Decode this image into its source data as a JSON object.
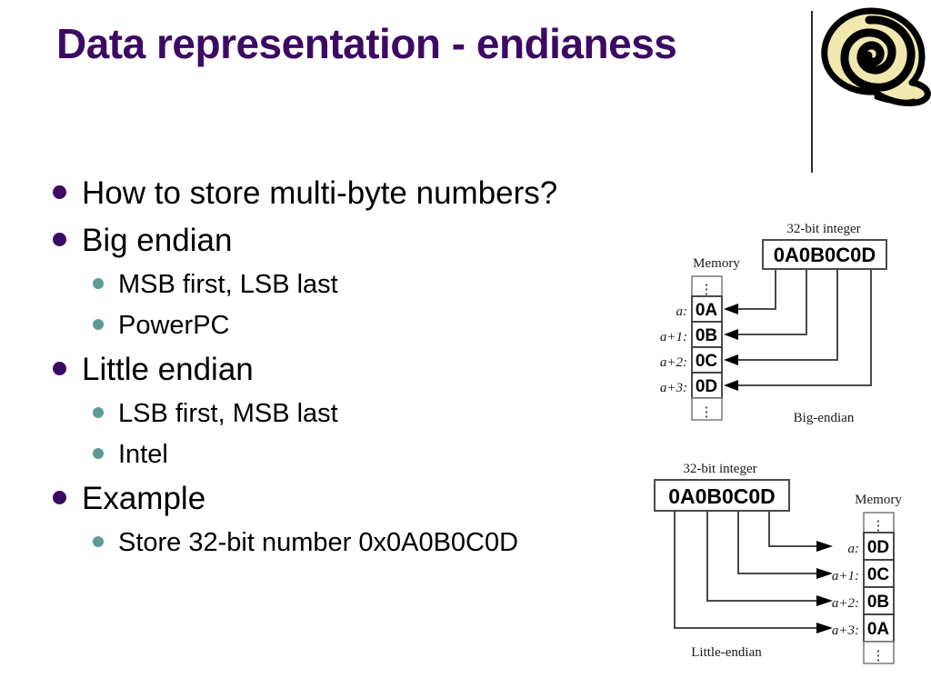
{
  "slide": {
    "title": "Data representation - endianess",
    "title_color": "#3d0a63",
    "background_color": "#ffffff",
    "logo_icon": "spiral-shell-icon",
    "logo_colors": {
      "fill": "#efe9b0",
      "outline": "#000000"
    }
  },
  "bullet_colors": {
    "level1": "#3d0a63",
    "level2": "#5f9a94",
    "text": "#000000"
  },
  "bullets": [
    {
      "level": 1,
      "text": "How to store multi-byte numbers?"
    },
    {
      "level": 1,
      "text": "Big endian"
    },
    {
      "level": 2,
      "text": "MSB first, LSB last"
    },
    {
      "level": 2,
      "text": "PowerPC"
    },
    {
      "level": 1,
      "text": "Little endian"
    },
    {
      "level": 2,
      "text": "LSB first, MSB last"
    },
    {
      "level": 2,
      "text": "Intel"
    },
    {
      "level": 1,
      "text": "Example"
    },
    {
      "level": 2,
      "text": "Store 32-bit number 0x0A0B0C0D"
    }
  ],
  "diagrams": {
    "big_endian": {
      "caption": "Big-endian",
      "integer_label": "32-bit integer",
      "integer_value": "0A0B0C0D",
      "memory_label": "Memory",
      "ellipsis": "⋮",
      "cells": [
        {
          "address": "a:",
          "value": "0A"
        },
        {
          "address": "a+1:",
          "value": "0B"
        },
        {
          "address": "a+2:",
          "value": "0C"
        },
        {
          "address": "a+3:",
          "value": "0D"
        }
      ]
    },
    "little_endian": {
      "caption": "Little-endian",
      "integer_label": "32-bit integer",
      "integer_value": "0A0B0C0D",
      "memory_label": "Memory",
      "ellipsis": "⋮",
      "cells": [
        {
          "address": "a:",
          "value": "0D"
        },
        {
          "address": "a+1:",
          "value": "0C"
        },
        {
          "address": "a+2:",
          "value": "0B"
        },
        {
          "address": "a+3:",
          "value": "0A"
        }
      ]
    }
  }
}
